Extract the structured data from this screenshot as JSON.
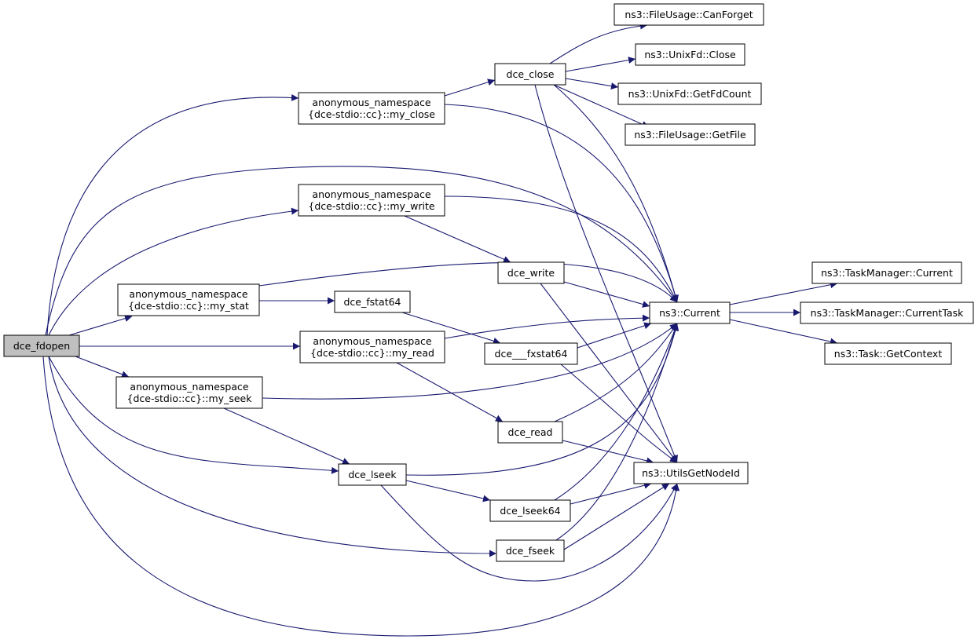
{
  "colors": {
    "edge": "#191970",
    "node_border": "#000000",
    "node_fill": "#ffffff",
    "root_fill": "#bfbfbf"
  },
  "nodes": {
    "dce_fdopen": {
      "lines": [
        "dce_fdopen"
      ]
    },
    "my_close": {
      "lines": [
        "anonymous_namespace",
        "{dce-stdio::cc}::my_close"
      ]
    },
    "my_write": {
      "lines": [
        "anonymous_namespace",
        "{dce-stdio::cc}::my_write"
      ]
    },
    "my_stat": {
      "lines": [
        "anonymous_namespace",
        "{dce-stdio::cc}::my_stat"
      ]
    },
    "my_read": {
      "lines": [
        "anonymous_namespace",
        "{dce-stdio::cc}::my_read"
      ]
    },
    "my_seek": {
      "lines": [
        "anonymous_namespace",
        "{dce-stdio::cc}::my_seek"
      ]
    },
    "dce_close": {
      "lines": [
        "dce_close"
      ]
    },
    "dce_write": {
      "lines": [
        "dce_write"
      ]
    },
    "dce_fstat64": {
      "lines": [
        "dce_fstat64"
      ]
    },
    "dce___fxstat64": {
      "lines": [
        "dce___fxstat64"
      ]
    },
    "dce_read": {
      "lines": [
        "dce_read"
      ]
    },
    "dce_lseek": {
      "lines": [
        "dce_lseek"
      ]
    },
    "dce_lseek64": {
      "lines": [
        "dce_lseek64"
      ]
    },
    "dce_fseek": {
      "lines": [
        "dce_fseek"
      ]
    },
    "fu_canforget": {
      "lines": [
        "ns3::FileUsage::CanForget"
      ]
    },
    "unixfd_close": {
      "lines": [
        "ns3::UnixFd::Close"
      ]
    },
    "unixfd_getfdcount": {
      "lines": [
        "ns3::UnixFd::GetFdCount"
      ]
    },
    "fu_getfile": {
      "lines": [
        "ns3::FileUsage::GetFile"
      ]
    },
    "ns3_current": {
      "lines": [
        "ns3::Current"
      ]
    },
    "utils_getnodeid": {
      "lines": [
        "ns3::UtilsGetNodeId"
      ]
    },
    "tm_current": {
      "lines": [
        "ns3::TaskManager::Current"
      ]
    },
    "tm_currenttask": {
      "lines": [
        "ns3::TaskManager::CurrentTask"
      ]
    },
    "task_getcontext": {
      "lines": [
        "ns3::Task::GetContext"
      ]
    }
  },
  "edges": [
    [
      "dce_fdopen",
      "my_close"
    ],
    [
      "dce_fdopen",
      "my_write"
    ],
    [
      "dce_fdopen",
      "my_stat"
    ],
    [
      "dce_fdopen",
      "my_read"
    ],
    [
      "dce_fdopen",
      "my_seek"
    ],
    [
      "dce_fdopen",
      "ns3_current"
    ],
    [
      "dce_fdopen",
      "dce_lseek"
    ],
    [
      "dce_fdopen",
      "dce_fseek"
    ],
    [
      "dce_fdopen",
      "utils_getnodeid"
    ],
    [
      "my_close",
      "dce_close"
    ],
    [
      "my_close",
      "ns3_current"
    ],
    [
      "my_write",
      "dce_write"
    ],
    [
      "my_write",
      "ns3_current"
    ],
    [
      "my_stat",
      "dce_fstat64"
    ],
    [
      "my_stat",
      "ns3_current"
    ],
    [
      "my_read",
      "dce_read"
    ],
    [
      "my_read",
      "ns3_current"
    ],
    [
      "my_seek",
      "dce_lseek"
    ],
    [
      "my_seek",
      "ns3_current"
    ],
    [
      "dce_close",
      "fu_canforget"
    ],
    [
      "dce_close",
      "unixfd_close"
    ],
    [
      "dce_close",
      "unixfd_getfdcount"
    ],
    [
      "dce_close",
      "fu_getfile"
    ],
    [
      "dce_close",
      "ns3_current"
    ],
    [
      "dce_close",
      "utils_getnodeid"
    ],
    [
      "dce_write",
      "ns3_current"
    ],
    [
      "dce_write",
      "utils_getnodeid"
    ],
    [
      "dce_fstat64",
      "dce___fxstat64"
    ],
    [
      "dce___fxstat64",
      "ns3_current"
    ],
    [
      "dce___fxstat64",
      "utils_getnodeid"
    ],
    [
      "dce_read",
      "ns3_current"
    ],
    [
      "dce_read",
      "utils_getnodeid"
    ],
    [
      "dce_lseek",
      "dce_lseek64"
    ],
    [
      "dce_lseek",
      "ns3_current"
    ],
    [
      "dce_lseek",
      "utils_getnodeid"
    ],
    [
      "dce_lseek64",
      "ns3_current"
    ],
    [
      "dce_lseek64",
      "utils_getnodeid"
    ],
    [
      "dce_fseek",
      "ns3_current"
    ],
    [
      "dce_fseek",
      "utils_getnodeid"
    ],
    [
      "ns3_current",
      "tm_current"
    ],
    [
      "ns3_current",
      "tm_currenttask"
    ],
    [
      "ns3_current",
      "task_getcontext"
    ]
  ]
}
